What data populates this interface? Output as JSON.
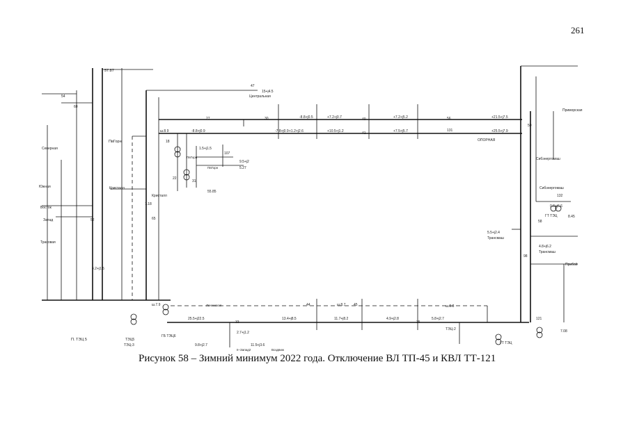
{
  "page_number": "261",
  "caption": "Рисунок 58 – Зимний минимум 2022 года. Отключение ВЛ ТП-45 и КВЛ ТТ-121",
  "labels": {
    "pv_gorn": "ПвГорн",
    "pv_gorn2": "ПвГорн",
    "tsentr": "Центральная",
    "kristall": "Кристалл",
    "kristall2": "Кристалл",
    "opornaya": "ОПОРНАЯ",
    "transmash": "Трансмаш",
    "transmash2": "Трансмаш",
    "gt_tets": "ГТ ТЭЦ",
    "gt_tets2": "ГТ ТЭЦ",
    "tets3": "ТЭЦ-3",
    "p_tets5": "П. ТЭЦ 5",
    "tets5": "ТЭЦ5",
    "gb_tets6": "ГБ ТЭЦ6",
    "tets2": "ТЭЦ-2",
    "vostok": "Восток",
    "zapad": "Запад",
    "severnaya": "Северная",
    "yuzhnaya": "Южная",
    "sibirgronn": "Сибэнергомаш",
    "priboy": "Прибой",
    "primorskaya": "Приморская",
    "trasovaya": "Трасовая",
    "ii_zapad2": "II–Запад2",
    "vozdvizh": "Воздвиж",
    "lenin": "Ленинская"
  },
  "flows": {
    "f1": "15+j4.5",
    "f2": "-8.8+j0.9",
    "f3": "-7.8+j0.9",
    "f4": "4.2+j1.5",
    "f5": "-8.8+j0.5",
    "f6": "+7.2+j0.7",
    "f7": "+1.2+j2.6",
    "f8": "+10.5+j1.2",
    "f9": "+7.2+j5.2",
    "f10": "+7.5+j5.7",
    "f11": "+21.5+j7.5",
    "f12": "+25.5+j7.9",
    "f13": "9.5+j2",
    "f14": "1.5+j1.5",
    "f15": "5.5+j2.4",
    "f16": "4.8+j6.2",
    "f17": "0.8+j6.6",
    "f18": "25.5+j22.5",
    "f19": "13.4+j8.5",
    "f20": "11.7+j8.2",
    "f21": "4.9+j2.8",
    "f22": "5.8+j2.7",
    "f23": "2.7+j1.2",
    "f24": "9.8+j2.7",
    "f25": "11.5+j3.6"
  },
  "voltages": {
    "u1": "57.87",
    "u2": "5.27",
    "u3": "55.85",
    "u4": "8.45",
    "u5": "7.08",
    "u6": "7.18",
    "u7": "ш.8.9",
    "u8": "ш.8.7",
    "u9": "ш.8.8",
    "u10": "ш.7.9"
  },
  "numbers": {
    "n18": "18",
    "n22": "22",
    "n27": "27",
    "n30": "30",
    "n31": "31",
    "n33": "33",
    "n35": "35",
    "n40": "40",
    "n41": "41",
    "n44": "44",
    "n45": "45",
    "n47": "47",
    "n50": "50",
    "n52": "52",
    "n54": "54",
    "n56": "56",
    "n58": "58",
    "n60": "60",
    "n65": "65",
    "n98": "98",
    "n107": "107",
    "n121": "121",
    "n131": "131",
    "n132": "132"
  }
}
